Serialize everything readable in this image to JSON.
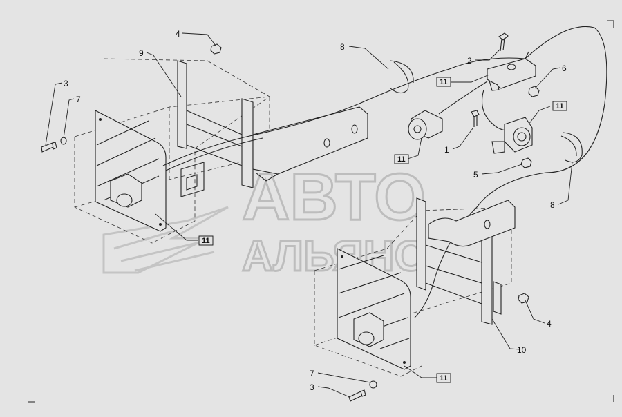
{
  "watermark": {
    "line1": "АВТО",
    "line2": "АЛЬЯНС"
  },
  "callouts": {
    "c1": "1",
    "c2": "2",
    "c3a": "3",
    "c3b": "3",
    "c4a": "4",
    "c4b": "4",
    "c5": "5",
    "c6": "6",
    "c7a": "7",
    "c7b": "7",
    "c8a": "8",
    "c8b": "8",
    "c9": "9",
    "c10": "10",
    "b11a": "11",
    "b11b": "11",
    "b11c": "11",
    "b11d": "11",
    "b11e": "11"
  }
}
